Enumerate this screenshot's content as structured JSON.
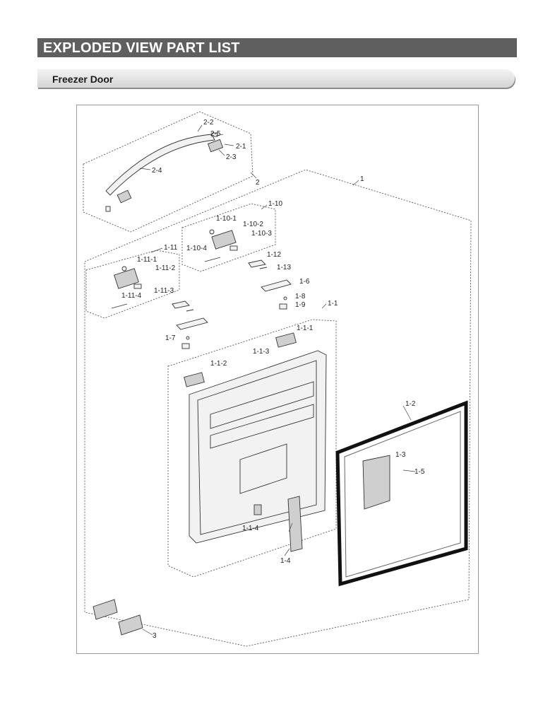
{
  "header": {
    "title": "EXPLODED VIEW PART LIST"
  },
  "section": {
    "title": "Freezer Door"
  },
  "callouts": [
    "2-2",
    "2-5",
    "2-1",
    "2-3",
    "2-4",
    "2",
    "1",
    "1-10",
    "1-10-1",
    "1-10-2",
    "1-10-3",
    "1-10-4",
    "1-11",
    "1-11-1",
    "1-11-2",
    "1-11-3",
    "1-11-4",
    "1-12",
    "1-13",
    "1-6",
    "1-8",
    "1-9",
    "1-1",
    "1-1-1",
    "1-1-3",
    "1-7",
    "1-1-2",
    "1-2",
    "1-3",
    "1-5",
    "1-1-4",
    "1-4",
    "3"
  ]
}
